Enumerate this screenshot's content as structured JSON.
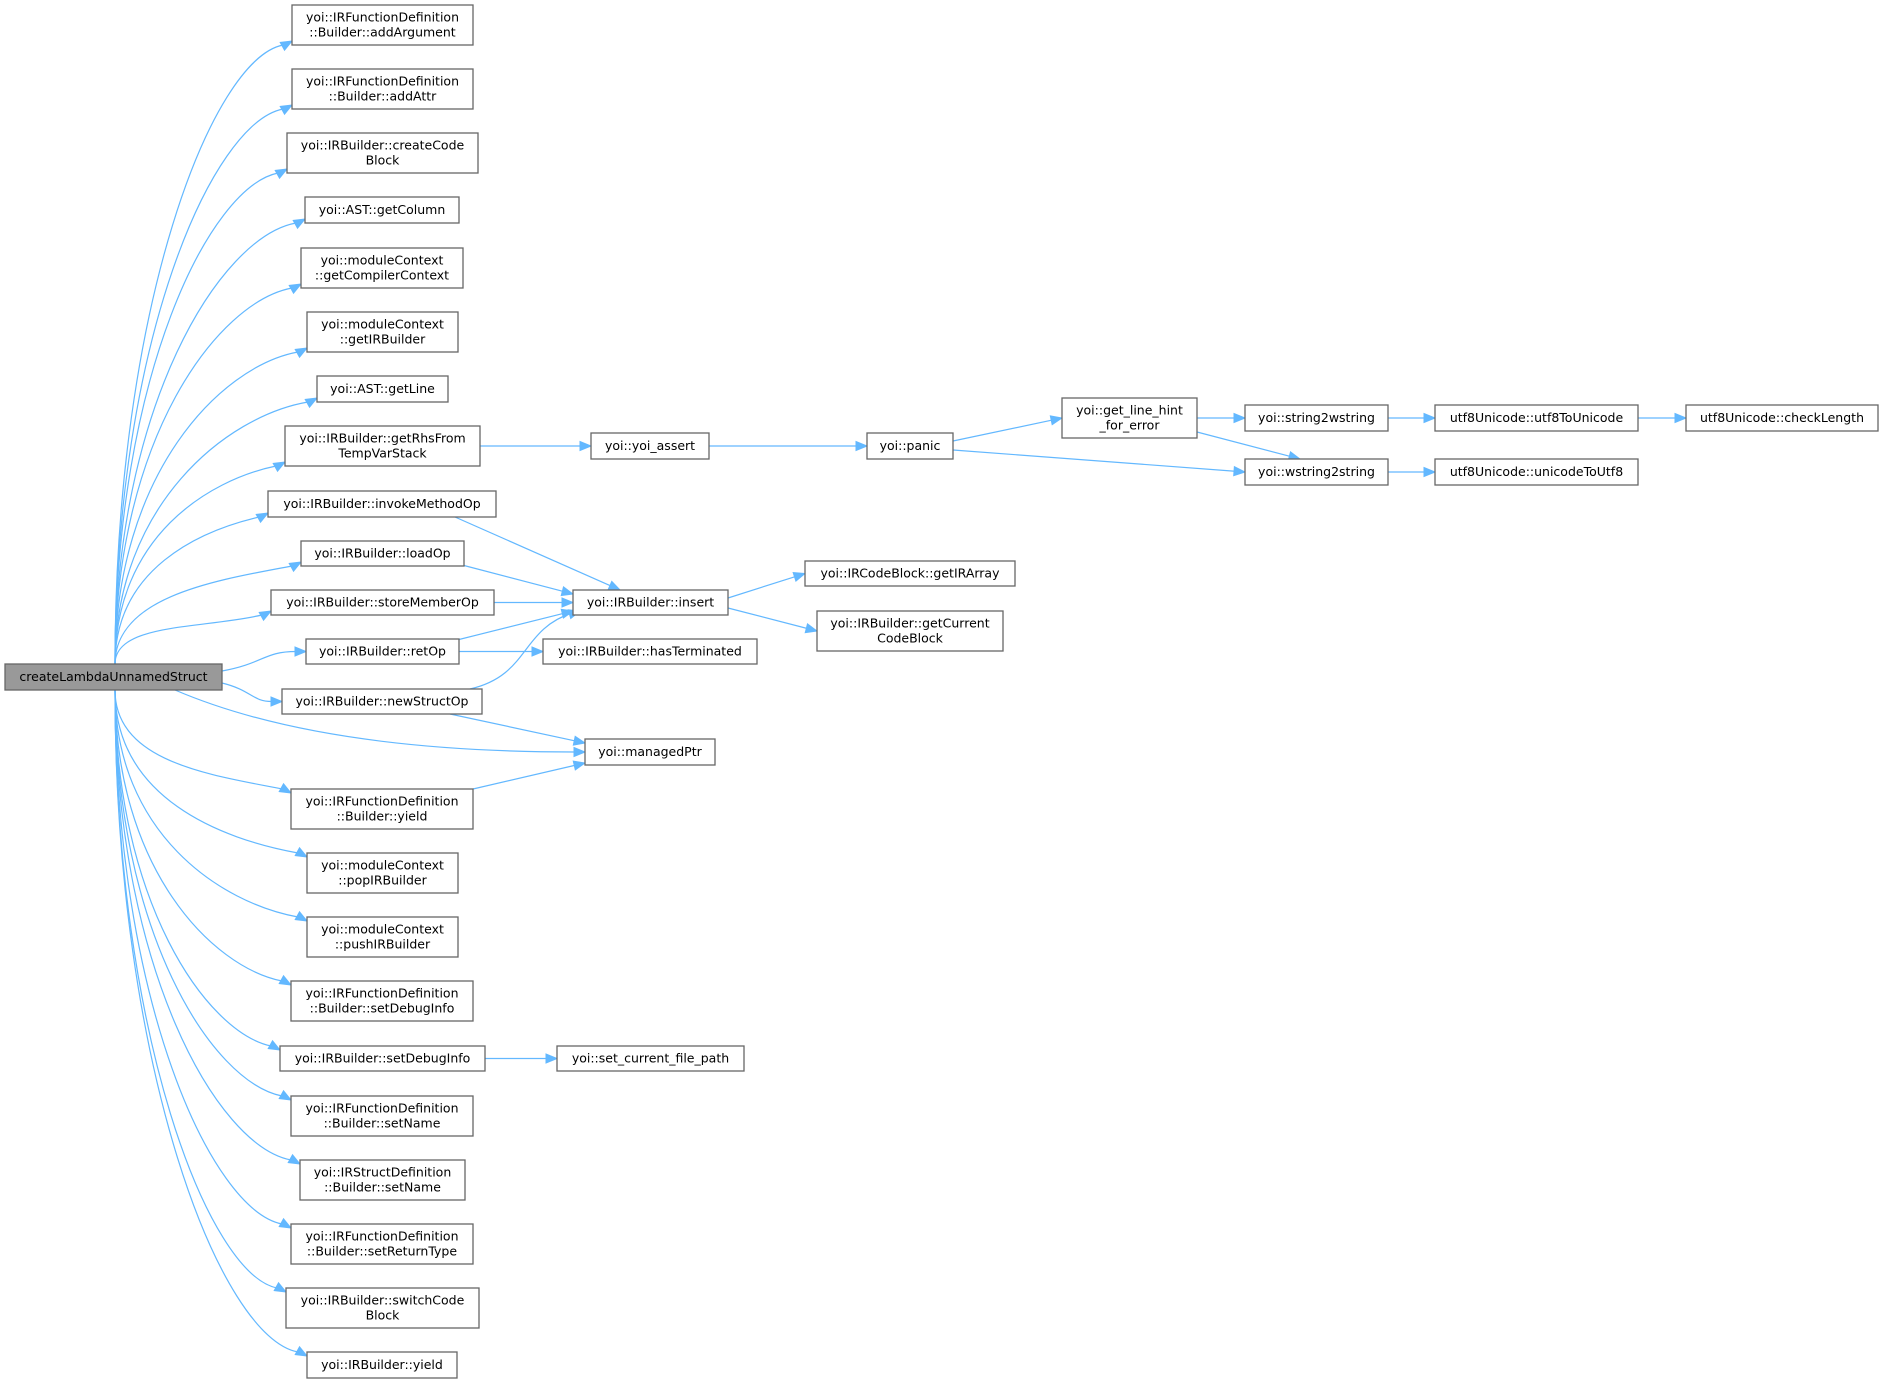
{
  "diagram": {
    "title": "createLambdaUnnamedStruct call graph",
    "colors": {
      "edge": "#63b8ff",
      "node_border": "#666666",
      "root_fill": "#999999",
      "node_fill": "#ffffff"
    },
    "nodes": [
      {
        "id": "root",
        "lines": [
          "createLambdaUnnamedStruct"
        ],
        "root": true
      },
      {
        "id": "addArgument",
        "lines": [
          "yoi::IRFunctionDefinition",
          "::Builder::addArgument"
        ]
      },
      {
        "id": "addAttr",
        "lines": [
          "yoi::IRFunctionDefinition",
          "::Builder::addAttr"
        ]
      },
      {
        "id": "createCodeBlock",
        "lines": [
          "yoi::IRBuilder::createCode",
          "Block"
        ]
      },
      {
        "id": "getColumn",
        "lines": [
          "yoi::AST::getColumn"
        ]
      },
      {
        "id": "getCompilerContext",
        "lines": [
          "yoi::moduleContext",
          "::getCompilerContext"
        ]
      },
      {
        "id": "getIRBuilder",
        "lines": [
          "yoi::moduleContext",
          "::getIRBuilder"
        ]
      },
      {
        "id": "getLine",
        "lines": [
          "yoi::AST::getLine"
        ]
      },
      {
        "id": "getRhsFromTempVarStack",
        "lines": [
          "yoi::IRBuilder::getRhsFrom",
          "TempVarStack"
        ]
      },
      {
        "id": "invokeMethodOp",
        "lines": [
          "yoi::IRBuilder::invokeMethodOp"
        ]
      },
      {
        "id": "loadOp",
        "lines": [
          "yoi::IRBuilder::loadOp"
        ]
      },
      {
        "id": "storeMemberOp",
        "lines": [
          "yoi::IRBuilder::storeMemberOp"
        ]
      },
      {
        "id": "retOp",
        "lines": [
          "yoi::IRBuilder::retOp"
        ]
      },
      {
        "id": "newStructOp",
        "lines": [
          "yoi::IRBuilder::newStructOp"
        ]
      },
      {
        "id": "fdYield",
        "lines": [
          "yoi::IRFunctionDefinition",
          "::Builder::yield"
        ]
      },
      {
        "id": "popIRBuilder",
        "lines": [
          "yoi::moduleContext",
          "::popIRBuilder"
        ]
      },
      {
        "id": "pushIRBuilder",
        "lines": [
          "yoi::moduleContext",
          "::pushIRBuilder"
        ]
      },
      {
        "id": "fdSetDebugInfo",
        "lines": [
          "yoi::IRFunctionDefinition",
          "::Builder::setDebugInfo"
        ]
      },
      {
        "id": "irbSetDebugInfo",
        "lines": [
          "yoi::IRBuilder::setDebugInfo"
        ]
      },
      {
        "id": "fdSetName",
        "lines": [
          "yoi::IRFunctionDefinition",
          "::Builder::setName"
        ]
      },
      {
        "id": "sdSetName",
        "lines": [
          "yoi::IRStructDefinition",
          "::Builder::setName"
        ]
      },
      {
        "id": "fdSetReturnType",
        "lines": [
          "yoi::IRFunctionDefinition",
          "::Builder::setReturnType"
        ]
      },
      {
        "id": "switchCodeBlock",
        "lines": [
          "yoi::IRBuilder::switchCode",
          "Block"
        ]
      },
      {
        "id": "irbYield",
        "lines": [
          "yoi::IRBuilder::yield"
        ]
      },
      {
        "id": "yoiAssert",
        "lines": [
          "yoi::yoi_assert"
        ]
      },
      {
        "id": "insert",
        "lines": [
          "yoi::IRBuilder::insert"
        ]
      },
      {
        "id": "hasTerminated",
        "lines": [
          "yoi::IRBuilder::hasTerminated"
        ]
      },
      {
        "id": "managedPtr",
        "lines": [
          "yoi::managedPtr"
        ]
      },
      {
        "id": "setCurrentFilePath",
        "lines": [
          "yoi::set_current_file_path"
        ]
      },
      {
        "id": "panic",
        "lines": [
          "yoi::panic"
        ]
      },
      {
        "id": "getIRArray",
        "lines": [
          "yoi::IRCodeBlock::getIRArray"
        ]
      },
      {
        "id": "getCurrentCodeBlock",
        "lines": [
          "yoi::IRBuilder::getCurrent",
          "CodeBlock"
        ]
      },
      {
        "id": "getLineHint",
        "lines": [
          "yoi::get_line_hint",
          "_for_error"
        ]
      },
      {
        "id": "string2wstring",
        "lines": [
          "yoi::string2wstring"
        ]
      },
      {
        "id": "wstring2string",
        "lines": [
          "yoi::wstring2string"
        ]
      },
      {
        "id": "utf8ToUnicode",
        "lines": [
          "utf8Unicode::utf8ToUnicode"
        ]
      },
      {
        "id": "unicodeToUtf8",
        "lines": [
          "utf8Unicode::unicodeToUtf8"
        ]
      },
      {
        "id": "checkLength",
        "lines": [
          "utf8Unicode::checkLength"
        ]
      }
    ],
    "edges": [
      [
        "root",
        "addArgument"
      ],
      [
        "root",
        "addAttr"
      ],
      [
        "root",
        "createCodeBlock"
      ],
      [
        "root",
        "getColumn"
      ],
      [
        "root",
        "getCompilerContext"
      ],
      [
        "root",
        "getIRBuilder"
      ],
      [
        "root",
        "getLine"
      ],
      [
        "root",
        "getRhsFromTempVarStack"
      ],
      [
        "root",
        "invokeMethodOp"
      ],
      [
        "root",
        "loadOp"
      ],
      [
        "root",
        "storeMemberOp"
      ],
      [
        "root",
        "retOp"
      ],
      [
        "root",
        "newStructOp"
      ],
      [
        "root",
        "managedPtr"
      ],
      [
        "root",
        "fdYield"
      ],
      [
        "root",
        "popIRBuilder"
      ],
      [
        "root",
        "pushIRBuilder"
      ],
      [
        "root",
        "fdSetDebugInfo"
      ],
      [
        "root",
        "irbSetDebugInfo"
      ],
      [
        "root",
        "fdSetName"
      ],
      [
        "root",
        "sdSetName"
      ],
      [
        "root",
        "fdSetReturnType"
      ],
      [
        "root",
        "switchCodeBlock"
      ],
      [
        "root",
        "irbYield"
      ],
      [
        "getRhsFromTempVarStack",
        "yoiAssert"
      ],
      [
        "yoiAssert",
        "panic"
      ],
      [
        "panic",
        "getLineHint"
      ],
      [
        "panic",
        "wstring2string"
      ],
      [
        "getLineHint",
        "string2wstring"
      ],
      [
        "getLineHint",
        "wstring2string"
      ],
      [
        "string2wstring",
        "utf8ToUnicode"
      ],
      [
        "utf8ToUnicode",
        "checkLength"
      ],
      [
        "wstring2string",
        "unicodeToUtf8"
      ],
      [
        "invokeMethodOp",
        "insert"
      ],
      [
        "loadOp",
        "insert"
      ],
      [
        "storeMemberOp",
        "insert"
      ],
      [
        "retOp",
        "insert"
      ],
      [
        "newStructOp",
        "insert"
      ],
      [
        "retOp",
        "hasTerminated"
      ],
      [
        "insert",
        "getIRArray"
      ],
      [
        "insert",
        "getCurrentCodeBlock"
      ],
      [
        "newStructOp",
        "managedPtr"
      ],
      [
        "fdYield",
        "managedPtr"
      ],
      [
        "irbSetDebugInfo",
        "setCurrentFilePath"
      ]
    ]
  }
}
